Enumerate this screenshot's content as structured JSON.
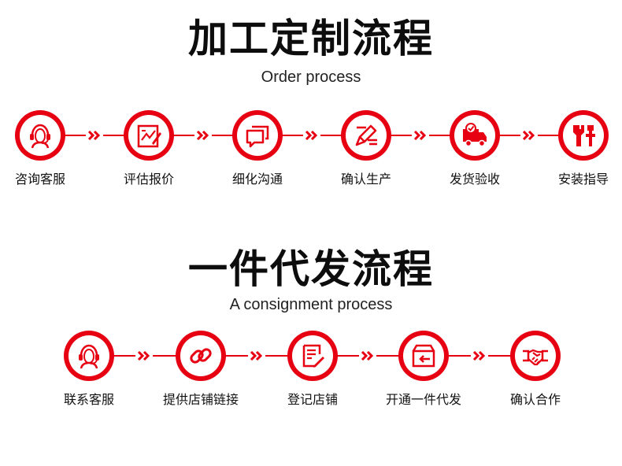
{
  "custom_process": {
    "title": "加工定制流程",
    "subtitle": "Order process",
    "steps": [
      {
        "label": "咨询客服",
        "icon": "customer-service-icon"
      },
      {
        "label": "评估报价",
        "icon": "chart-evaluation-icon"
      },
      {
        "label": "细化沟通",
        "icon": "chat-bubbles-icon"
      },
      {
        "label": "确认生产",
        "icon": "production-tools-icon"
      },
      {
        "label": "发货验收",
        "icon": "delivery-truck-icon"
      },
      {
        "label": "安装指导",
        "icon": "installation-tools-icon"
      }
    ]
  },
  "dropship_process": {
    "title": "一件代发流程",
    "subtitle": "A consignment process",
    "steps": [
      {
        "label": "联系客服",
        "icon": "customer-service-icon"
      },
      {
        "label": "提供店铺链接",
        "icon": "link-icon"
      },
      {
        "label": "登记店铺",
        "icon": "register-form-icon"
      },
      {
        "label": "开通一件代发",
        "icon": "open-package-icon"
      },
      {
        "label": "确认合作",
        "icon": "handshake-icon"
      }
    ]
  },
  "colors": {
    "accent": "#e60012",
    "text": "#111111",
    "background": "#ffffff"
  }
}
